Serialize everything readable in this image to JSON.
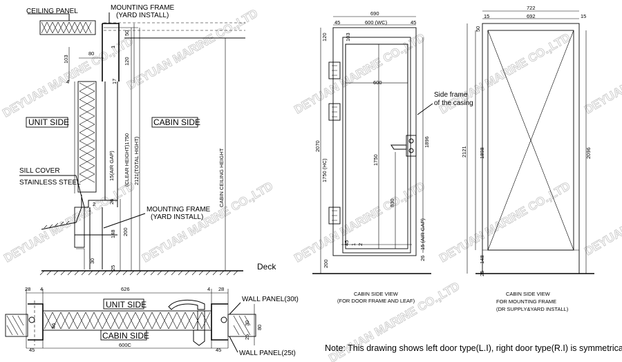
{
  "labels": {
    "ceiling_panel": "CEILING PANEL",
    "mounting_frame_top": "MOUNTING FRAME",
    "yard_install_top": "(YARD INSTALL)",
    "unit_side": "UNIT SIDE",
    "cabin_side": "CABIN SIDE",
    "sill_cover": "SILL COVER",
    "stainless_steel": "STAINLESS STEEL",
    "mounting_frame_mid": "MOUNTING FRAME",
    "yard_install_mid": "(YARD INSTALL)",
    "deck": "Deck",
    "clear_height": "(CLEAR HEIGHT)1750",
    "total_height": "2121(TOTAL HIGHT)",
    "air_gap": "15(AIR GAP)",
    "cabin_ceiling_height": "CABIN CEILING HEIGHT",
    "unit_side_plan": "UNIT SIDE",
    "cabin_side_plan": "CABIN SIDE",
    "wall_panel_30": "WALL PANEL(30t)",
    "wall_panel_25": "WALL PANEL(25t)",
    "side_frame_1": "Side frame",
    "side_frame_2": "of the casing",
    "view1_title": "CABIN SIDE VIEW",
    "view1_sub": "(FOR DOOR FRAME AND LEAF)",
    "view2_title": "CABIN SIDE VIEW",
    "view2_sub1": "FOR MOUNTING FRAME",
    "view2_sub2": "(DR SUPPLY&YARD INSTALL)",
    "note": "Note: This drawing shows left door type(L.I), right door type(R.I) is symmetrical.",
    "watermark": "DEYUAN MARINE CO.,LTD"
  },
  "dims_section": {
    "d50": "50",
    "d1": "1",
    "d103": "103",
    "d80": "80",
    "d120": "120",
    "d4": "4",
    "d17": "17",
    "d26": "26",
    "d2": "2",
    "d1b": "1",
    "d148": "148",
    "d200": "200",
    "d30": "30",
    "d25": "25"
  },
  "dims_plan": {
    "d28l": "28",
    "d4l": "4",
    "d626": "626",
    "d4r": "4",
    "d28r": "28",
    "d46": "46",
    "d30": "30",
    "d80": "80",
    "d25": "25",
    "d45l": "45",
    "d600c": "600C",
    "d45r": "45"
  },
  "dims_view1": {
    "d690": "690",
    "d45l": "45",
    "d600wc": "600 (WC)",
    "d45r": "45",
    "d120": "120",
    "d103": "103",
    "d600": "600",
    "d2070": "2070",
    "d1750hc": "1750 (HC)",
    "d1750": "1750",
    "d1896": "1896",
    "d830": "830",
    "d15ag": "15 (AIR GAP)",
    "d45": "45",
    "d1": "1",
    "d2": "2",
    "d200": "200",
    "d26": "26"
  },
  "dims_view2": {
    "d722": "722",
    "d15l": "15",
    "d692": "692",
    "d15r": "15",
    "d50": "50",
    "d1898": "1898",
    "d2121": "2121",
    "d2096": "2096",
    "d148": "148",
    "d25": "25"
  }
}
